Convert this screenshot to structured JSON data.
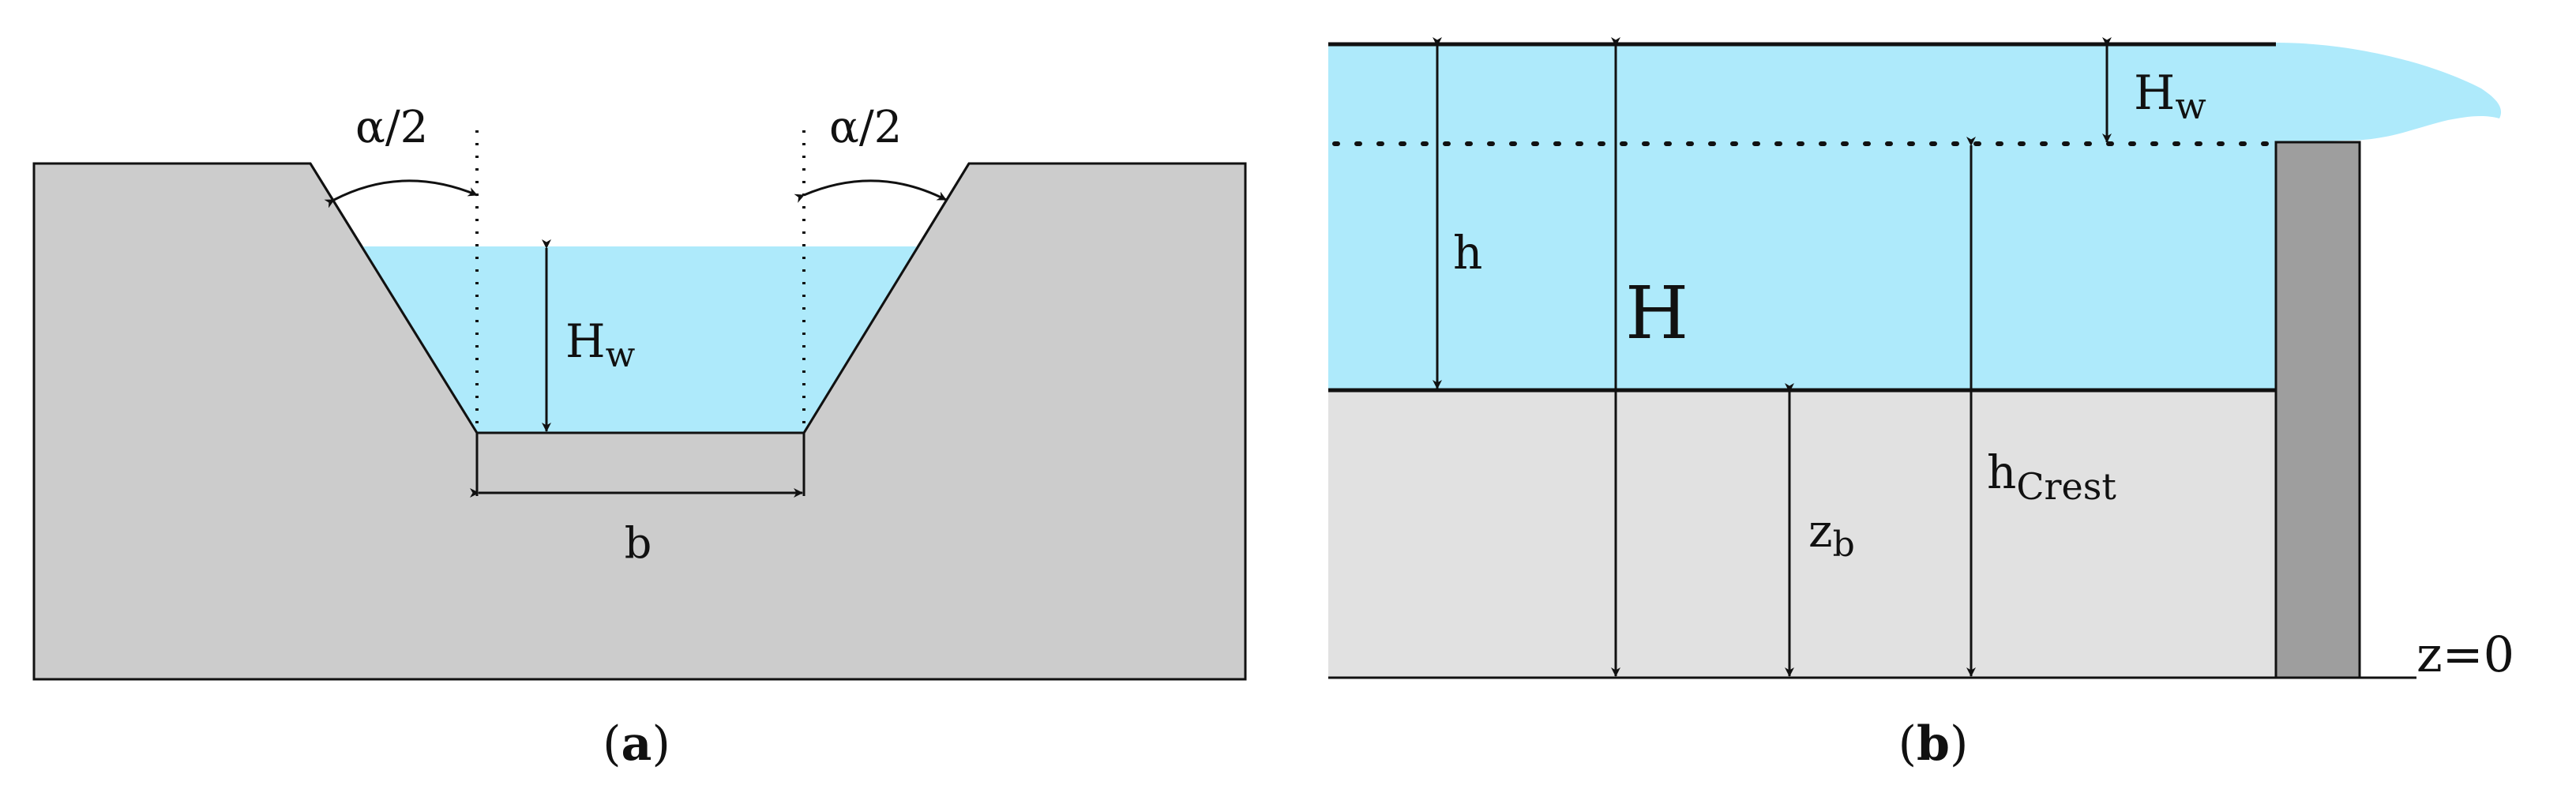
{
  "panel_a": {
    "caption": "(a)",
    "caption_bold": "a",
    "alpha_left": "α/2",
    "alpha_right": "α/2",
    "water_depth": "H",
    "water_depth_sub": "w",
    "bottom_width": "b"
  },
  "panel_b": {
    "caption": "(b)",
    "caption_bold": "b",
    "weir_head": "H",
    "weir_head_sub": "w",
    "water_depth": "h",
    "total_head": "H",
    "crest_height": "h",
    "crest_height_sub": "Crest",
    "bed_elevation": "z",
    "bed_elevation_sub": "b",
    "datum": "z=0"
  },
  "colors": {
    "water": "#aeeafb",
    "ground_a": "#cccccc",
    "ground_b": "#e1e1e1",
    "weir": "#9e9e9e",
    "line": "#111111"
  },
  "icons": [
    "double-arrow-icon",
    "curved-arrow-icon"
  ]
}
